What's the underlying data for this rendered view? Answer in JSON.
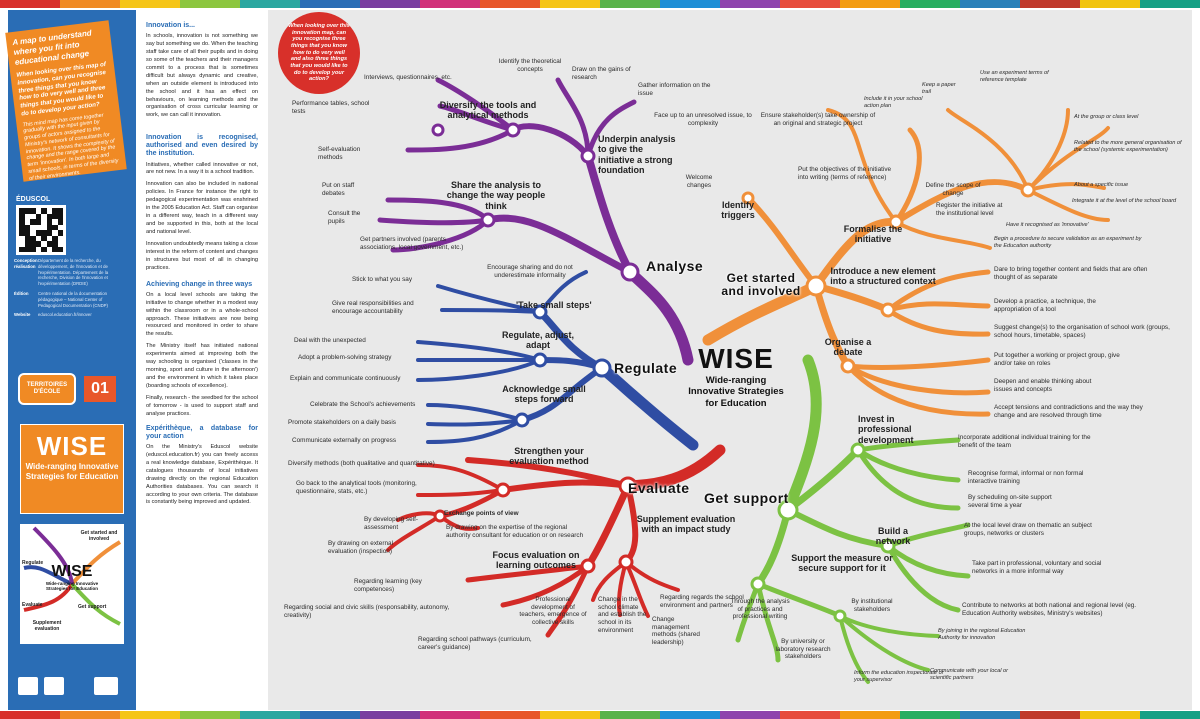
{
  "stripe_colors": [
    "#d8302a",
    "#f08a24",
    "#f5c518",
    "#8cc63f",
    "#2aa7a0",
    "#2a6db5",
    "#7a3ea0",
    "#d1317a",
    "#e8572a",
    "#f5c518",
    "#5ab34a",
    "#1f8fd6",
    "#8e44ad",
    "#e74c3c",
    "#f39c12",
    "#27ae60",
    "#2980b9",
    "#c0392b",
    "#f1c40f",
    "#16a085"
  ],
  "left_panel": {
    "orange_box": {
      "title": "A map to understand where you fit into educational change",
      "body": "When looking over this map of innovation, can you recognise three things that you know how to do very well and three things that you would like to do to develop your action?",
      "small": "This mind map has come together gradually with the input given by groups of actors assigned to the Ministry's network of consultants for innovation. It shows the complexity of change and the range covered by the term 'innovation'. In both large and small schools, in terms of the diversity of their environments."
    },
    "qr_label": "ÉDUSCOL",
    "credits": [
      {
        "label": "Conception réalisation",
        "text": "Département de la recherche, du développement, de l'innovation et de l'expérimentation. Département de la recherche, Division de l'innovation et l'expérimentation (DRDIE)"
      },
      {
        "label": "Édition",
        "text": "Centre national de la documentation pédagogique – National Center of Pedagogical Documentation (CNDP)"
      },
      {
        "label": "Website",
        "text": "eduscol.education.fr/innover"
      }
    ],
    "territoire_logo": "TERRITOIRES D'ÉCOLE",
    "number": "01",
    "wise_title": "WISE",
    "wise_sub": "Wide-ranging Innovative Strategies for Education",
    "thumb_labels": {
      "top": "Get started and involved",
      "regulate": "Regulate",
      "evaluate": "Evaluate",
      "support": "Get support",
      "bottom": "Supplement evaluation"
    }
  },
  "text_column": {
    "s1_title": "Innovation is...",
    "s1_p1": "In schools, innovation is not something we say but something we do. When the teaching staff take care of all their pupils and in doing so some of the teachers and their managers commit to a process that is sometimes difficult but always dynamic and creative, when an outside element is introduced into the school and it has an effect on behaviours, on learning methods and the organisation of cross curricular learning or work, we can call it innovation.",
    "s2_title": "Innovation is recognised, authorised and even desired by the institution.",
    "s2_p1": "Initiatives, whether called innovative or not, are not new. In a way it is a school tradition.",
    "s2_p2": "Innovation can also be included in national policies. In France for instance the right to pedagogical experimentation was enshrined in the 2005 Education Act. Staff can organise in a different way, teach in a different way and be supported in this, both at the local and national level.",
    "s2_p3": "Innovation undoubtedly means taking a close interest in the reform of content and changes in structures but most of all in changing practices.",
    "s3_title": "Achieving change in three ways",
    "s3_p1": "On a local level schools are taking the initiative to change whether in a modest way within the classroom or in a whole-school approach. These initiatives are now being resourced and monitored in order to share the results.",
    "s3_p2": "The Ministry itself has initiated national experiments aimed at improving both the way schooling is organised ('classes in the morning, sport and culture in the afternoon') and the environment in which it takes place (boarding schools of excellence).",
    "s3_p3": "Finally, research - the seedbed for the school of tomorrow - is used to support staff and analyse practices.",
    "s4_title": "Expérithèque, a database for your action",
    "s4_p1": "On the Ministry's Eduscol website (eduscol.education.fr) you can freely access a real knowledge database, Expérithèque. It catalogues thousands of local initiatives drawing directly on the regional Education Authorities databases. You can search it according to your own criteria. The database is constantly being improved and updated."
  },
  "map": {
    "red_circle": "When looking over this innovation map, can you recognise three things that you know how to do very well and also three things that you would like to do to develop your action?",
    "center": {
      "title": "WISE",
      "subtitle": "Wide-ranging Innovative Strategies for Education"
    },
    "colors": {
      "purple": "#7b2d96",
      "orange": "#f0903a",
      "blue": "#2f4da3",
      "red": "#d32b27",
      "green": "#7cc243"
    },
    "hubs": {
      "analyse": "Analyse",
      "get_started": "Get started and involved",
      "regulate": "Regulate",
      "evaluate": "Evaluate",
      "get_support": "Get support"
    },
    "branches": {
      "diversify": "Diversify the tools and analytical methods",
      "underpin": "Underpin analysis to give the initiative a strong foundation",
      "share": "Share the analysis to change the way people think",
      "identify": "Identify triggers",
      "formalise": "Formalise the initiative",
      "introduce": "Introduce a new element into a structured context",
      "organise": "Organise a debate",
      "take_small": "'Take small steps'",
      "regulate_adjust": "Regulate, adjust, adapt",
      "acknowledge": "Acknowledge small steps forward",
      "strengthen": "Strengthen your evaluation method",
      "exchange": "Exchange points of view",
      "supplement": "Supplement evaluation with an impact study",
      "focus": "Focus evaluation on learning outcomes",
      "invest": "Invest in professional development",
      "build": "Build a network",
      "support_measure": "Support the measure or secure support for it"
    },
    "leaves": {
      "interviews": "Interviews, questionnaires, etc.",
      "performance": "Performance tables, school tests",
      "selfeval": "Self-evaluation methods",
      "theoretical": "Identify the theoretical concepts",
      "gains": "Draw on the gains of research",
      "gather": "Gather information on the issue",
      "staffdebates": "Put on staff debates",
      "consult": "Consult the pupils",
      "partners": "Get partners involved (parents associations, local government, etc.)",
      "face": "Face up to an unresolved issue, to complexity",
      "welcome": "Welcome changes",
      "ensure": "Ensure stakeholder(s) take ownership of an original and strategic project",
      "schoolplan": "Include it in your school action plan",
      "papertrail": "Keep a paper trail",
      "experimentterms": "Use an experiment terms of reference template",
      "grouplevel": "At the group or class level",
      "general": "Related to the more general organisation of the school (systemic experimentation)",
      "putobjectives": "Put the objectives of the initiative into writing (terms of reference)",
      "definescope": "Define the scope of change",
      "specific": "About a specific issue",
      "schoolboard": "Integrate it at the level of the school board",
      "register": "Register the initiative at the institutional level",
      "recognised": "Have it recognised as 'innovative'",
      "procedure": "Begin a procedure to secure validation as an experiment by the Education authority",
      "dare": "Dare to bring together content and fields that are often thought of as separate",
      "develop": "Develop a practice, a technique, the appropriation of a tool",
      "suggest": "Suggest change(s) to the organisation of school work (groups, school hours, timetable, spaces)",
      "putgroup": "Put together a working or project group, give and/or take on roles",
      "deepen": "Deepen and enable thinking about issues and concepts",
      "accept": "Accept tensions and contradictions and the way they change and are resolved through time",
      "stick": "Stick to what you say",
      "encourage": "Encourage sharing and do not underestimate informality",
      "responsibilities": "Give real responsibilities and encourage accountability",
      "unexpected": "Deal with the unexpected",
      "problem": "Adopt a problem-solving strategy",
      "explain": "Explain and communicate continuously",
      "celebrate": "Celebrate the School's achievements",
      "promote": "Promote stakeholders on a daily basis",
      "communicate": "Communicate externally on progress",
      "diversifym": "Diversify methods (both qualitative and quantitative)",
      "goback": "Go back to the analytical tools (monitoring, questionnaire, stats, etc.)",
      "developingself": "By developing self-assessment",
      "drawexpertise": "By drawing on the expertise of the regional authority consultant for education or on research",
      "external": "By drawing on external evaluation (inspection)",
      "learning": "Regarding learning (key competences)",
      "social": "Regarding social and civic skills (responsability, autonomy, creativity)",
      "pathways": "Regarding school pathways (curriculum, career's guidance)",
      "professional": "Professional development of teachers, emergence of collective skills",
      "climate": "Change in the school climate and establish the school in its environment",
      "management": "Change management methods (shared leadership)",
      "environment": "Regarding regards the school environment and partners",
      "additional": "Incorporate additional individual training for the benefit of the team",
      "recognise": "Recognise formal, informal or non formal interactive training",
      "onsite": "By scheduling on-site support several time a year",
      "thematic": "At the local level draw on thematic an subject groups, networks or clusters",
      "voluntary": "Take part in professional, voluntary and social networks in a more informal way",
      "contribute": "Contribute to networks at both national and regional level (eg. Education Authority websites, Ministry's websites)",
      "analysispractices": "Through the analysis of practices and professional writing",
      "university": "By university or laboratory research stakeholders",
      "institutional": "By institutional stakeholders",
      "joining": "By joining in the regional Education Authority for innovation",
      "inform": "Inform the education inspectorate or your supervisor",
      "communicatelocal": "Communicate with your local or scientific partners"
    }
  }
}
